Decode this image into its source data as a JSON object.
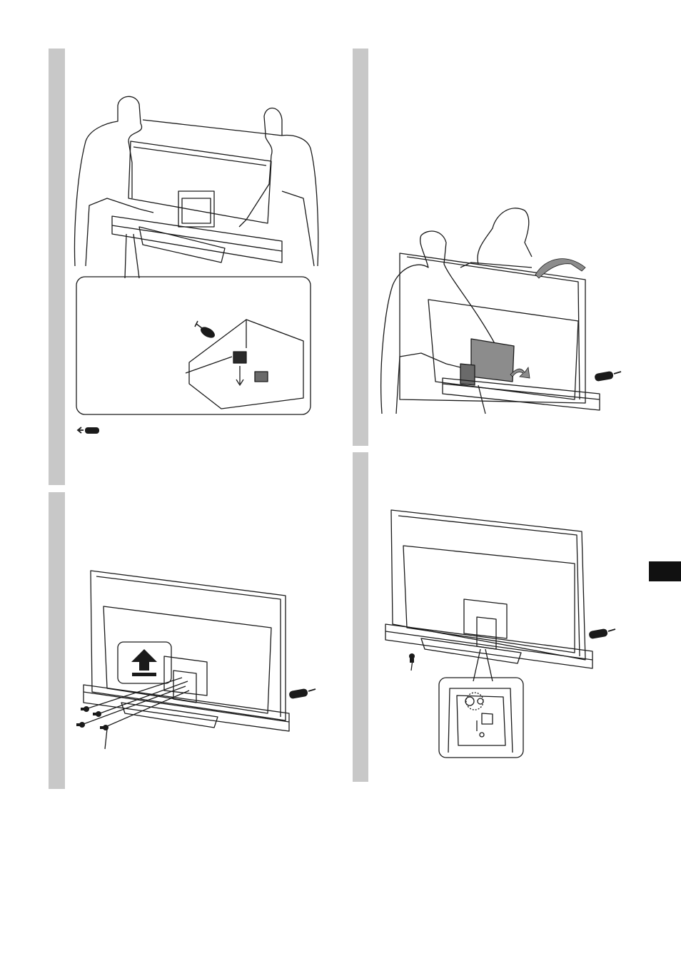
{
  "page": {
    "tab_marker": "black-side-tab",
    "steps": [
      {
        "id": "lift-tv-onto-stand",
        "icon": "screwdriver-arrow-icon"
      },
      {
        "id": "remove-cover",
        "icon": "screwdriver-icon"
      },
      {
        "id": "insert-screws",
        "icon": "screwdriver-icon"
      },
      {
        "id": "fix-screw-to-stand",
        "icon": "screwdriver-icon"
      }
    ],
    "colors": {
      "gray_bar": "#c8c8c8",
      "ink": "#1a1a1a",
      "tab": "#111111"
    }
  }
}
